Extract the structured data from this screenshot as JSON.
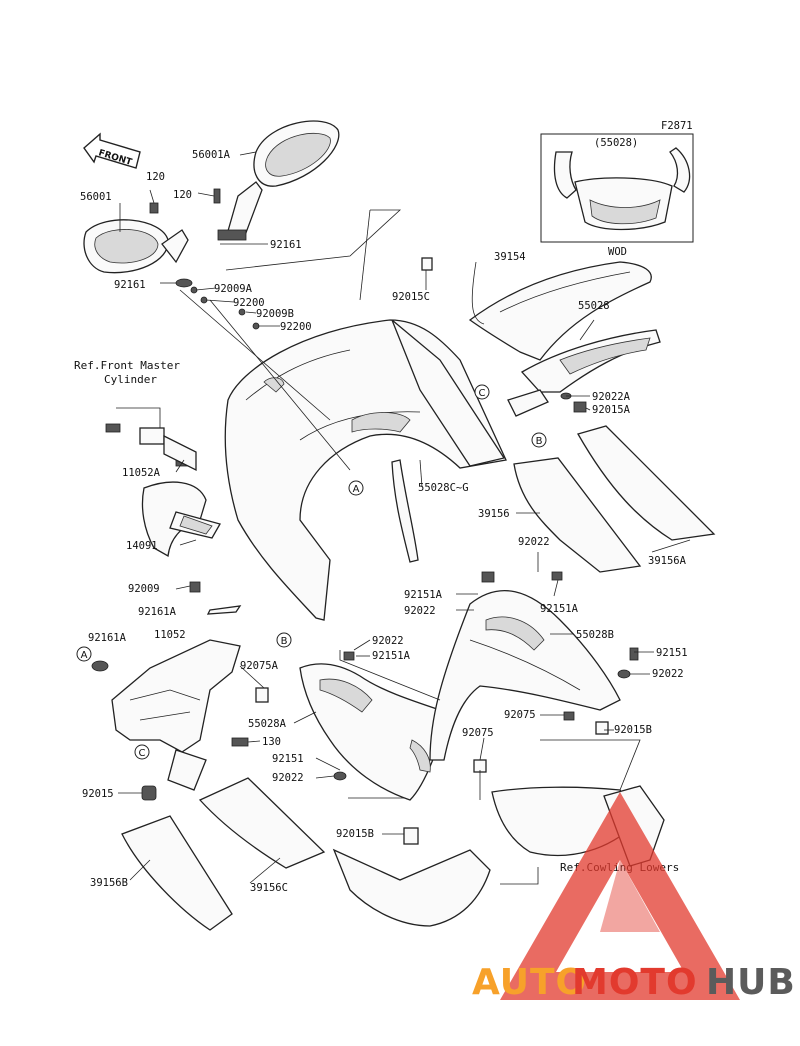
{
  "figure_code": "F2871",
  "front_arrow": "FRONT",
  "optional_box": {
    "part": "(55028)",
    "label": "WOD"
  },
  "refs": {
    "front_master_cylinder_line1": "Ref.Front Master",
    "front_master_cylinder_line2": "Cylinder",
    "cowling_lowers": "Ref.Cowling Lowers"
  },
  "part_labels": {
    "p56001A": "56001A",
    "p56001": "56001",
    "p120a": "120",
    "p120b": "120",
    "p92161a": "92161",
    "p92161b": "92161",
    "p92009A": "92009A",
    "p92200a": "92200",
    "p92009B": "92009B",
    "p92200b": "92200",
    "p92015C": "92015C",
    "p39154": "39154",
    "p55028": "55028",
    "p92022A": "92022A",
    "p92015A": "92015A",
    "p11052A": "11052A",
    "p55028CG": "55028C~G",
    "p39156": "39156",
    "p14091": "14091",
    "p92022a": "92022",
    "p39156A": "39156A",
    "p92009": "92009",
    "p92151Aa": "92151A",
    "p92022b": "92022",
    "p92151Ab": "92151A",
    "p92161A": "92161A",
    "p11052": "11052",
    "p92161Ab": "92161A",
    "p92022c": "92022",
    "p92151Ac": "92151A",
    "p55028B": "55028B",
    "p92151a": "92151",
    "p92022d": "92022",
    "p92075A": "92075A",
    "p55028A": "55028A",
    "p92075a": "92075",
    "p92015B": "92015B",
    "p130": "130",
    "p92075b": "92075",
    "p92151b": "92151",
    "p92022e": "92022",
    "p92015": "92015",
    "p92015Bb": "92015B",
    "p39156B": "39156B",
    "p39156C": "39156C"
  },
  "callouts": {
    "A_top": "A",
    "A_left": "A",
    "B_right": "B",
    "B_mid": "B",
    "C_right": "C",
    "C_left": "C"
  },
  "watermark": {
    "auto": "AUTO",
    "moto": "MOTO",
    "hub": "HUB"
  },
  "colors": {
    "watermark_red": "#e23a2e",
    "watermark_orange": "#f7a12a",
    "watermark_grey": "#5b5b5b"
  }
}
